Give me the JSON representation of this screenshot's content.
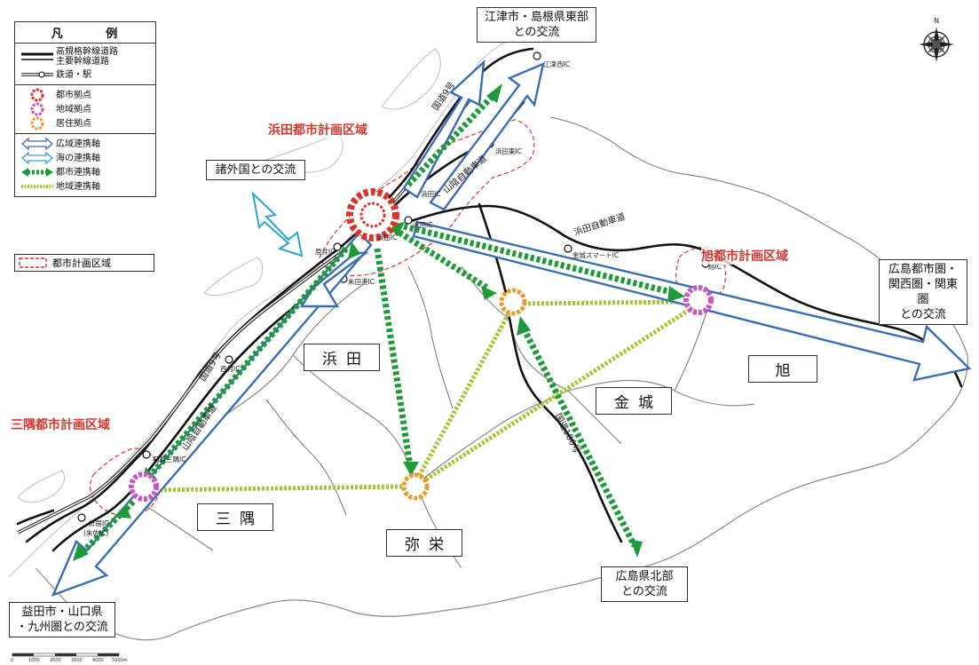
{
  "legend": {
    "title": "凡 例",
    "items": [
      {
        "label_l1": "高規格幹線道路",
        "label_l2": "主要幹線道路"
      },
      {
        "label": "鉄道・駅"
      },
      {
        "label": "都市拠点"
      },
      {
        "label": "地域拠点"
      },
      {
        "label": "居住拠点"
      },
      {
        "label": "広域連携軸"
      },
      {
        "label": "海の連携軸"
      },
      {
        "label": "都市連携軸"
      },
      {
        "label": "地域連携軸"
      }
    ],
    "boundary_label": "都市計画区域"
  },
  "areas": {
    "hamada": "浜田",
    "misumi": "三隅",
    "yasaka": "弥栄",
    "kanagi": "金城",
    "asahi": "旭"
  },
  "plan_areas": {
    "hamada": "浜田都市計画区域",
    "misumi": "三隅都市計画区域",
    "asahi": "旭都市計画区域"
  },
  "exchange_boxes": {
    "gotsu_l1": "江津市・島根県東部",
    "gotsu_l2": "との交流",
    "overseas": "諸外国との交流",
    "hiroshima_l1": "広島都市圏・",
    "hiroshima_l2": "関西圏・関東圏",
    "hiroshima_l3": "との交流",
    "hokubu_l1": "広島県北部",
    "hokubu_l2": "との交流",
    "masuda_l1": "益田市・山口県",
    "masuda_l2": "・九州圏との交流"
  },
  "road_labels": {
    "route9_north": "国道9号",
    "route9_south": "国道9号",
    "sanin_north": "山陰自動車道",
    "sanin_south": "山陰自動車道",
    "hamada_expressway": "浜田自動車道",
    "route186": "国道186号"
  },
  "ic_labels": {
    "gotsu_nishi": "江津西IC",
    "hamada_higashi": "浜田東IC",
    "hamada_ic": "浜田IC",
    "hamada_ic2": "浜田IC",
    "asahi_ic": "旭IC",
    "kanagi_smart": "金城スマートIC",
    "arifuku": "原井IC",
    "shimoarifuku": "朱田港IC",
    "nishimura": "西村IC",
    "iwami_misumi": "石見三隅IC",
    "tsuda": "折居IC",
    "okami": "(朱佐IC)"
  },
  "scale": [
    "0",
    "1000",
    "2000",
    "3000",
    "4000",
    "5000m"
  ],
  "colors": {
    "wide_axis": "#3b6db3",
    "sea_axis": "#2ea3d6",
    "urban_axis": "#1e9a3a",
    "regional_axis": "#a4c639",
    "urban_core": "#d9362b",
    "regional_core": "#c954c4",
    "residential_core": "#e89a2c",
    "plan_boundary": "#d9362b",
    "road": "#111111"
  }
}
